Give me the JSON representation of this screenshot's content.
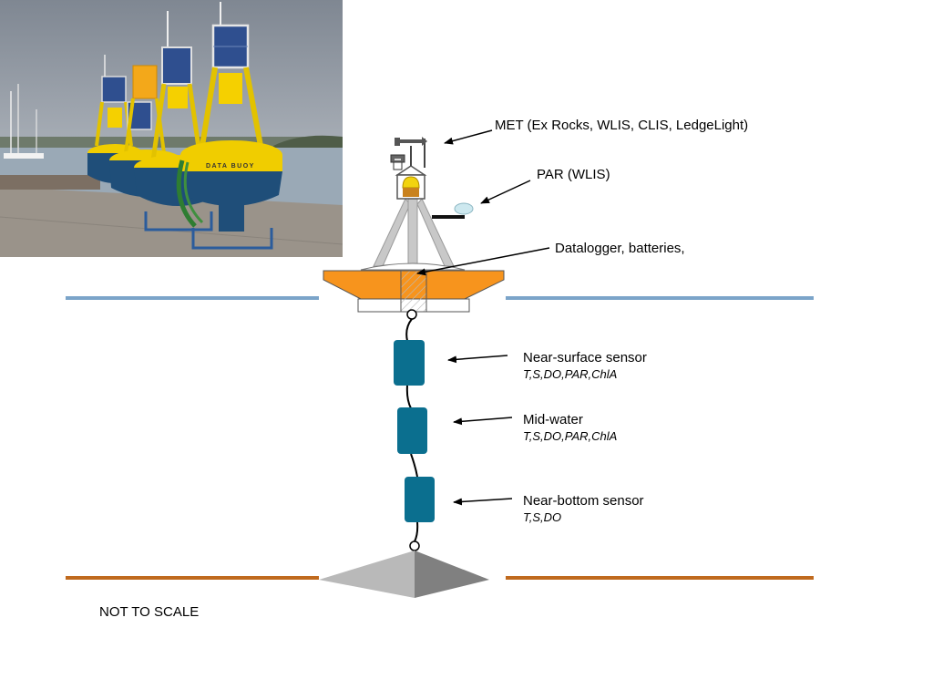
{
  "labels": {
    "met": "MET (Ex Rocks, WLIS, CLIS, LedgeLight)",
    "par": "PAR (WLIS)",
    "datalogger": "Datalogger, batteries,",
    "near_surface": "Near-surface sensor",
    "near_surface_params": "T,S,DO,PAR,ChlA",
    "mid_water": "Mid-water",
    "mid_water_params": "T,S,DO,PAR,ChlA",
    "near_bottom": "Near-bottom sensor",
    "near_bottom_params": "T,S,DO",
    "scale_note": "NOT TO SCALE"
  },
  "photo": {
    "buoy_text": "DATA BUOY"
  },
  "colors": {
    "water_line": "#7ba4c9",
    "seafloor_line": "#c06a1e",
    "float_orange": "#f7941d",
    "sensor_teal": "#0b6f8f",
    "anchor_light": "#b9b9b9",
    "anchor_dark": "#808080"
  }
}
